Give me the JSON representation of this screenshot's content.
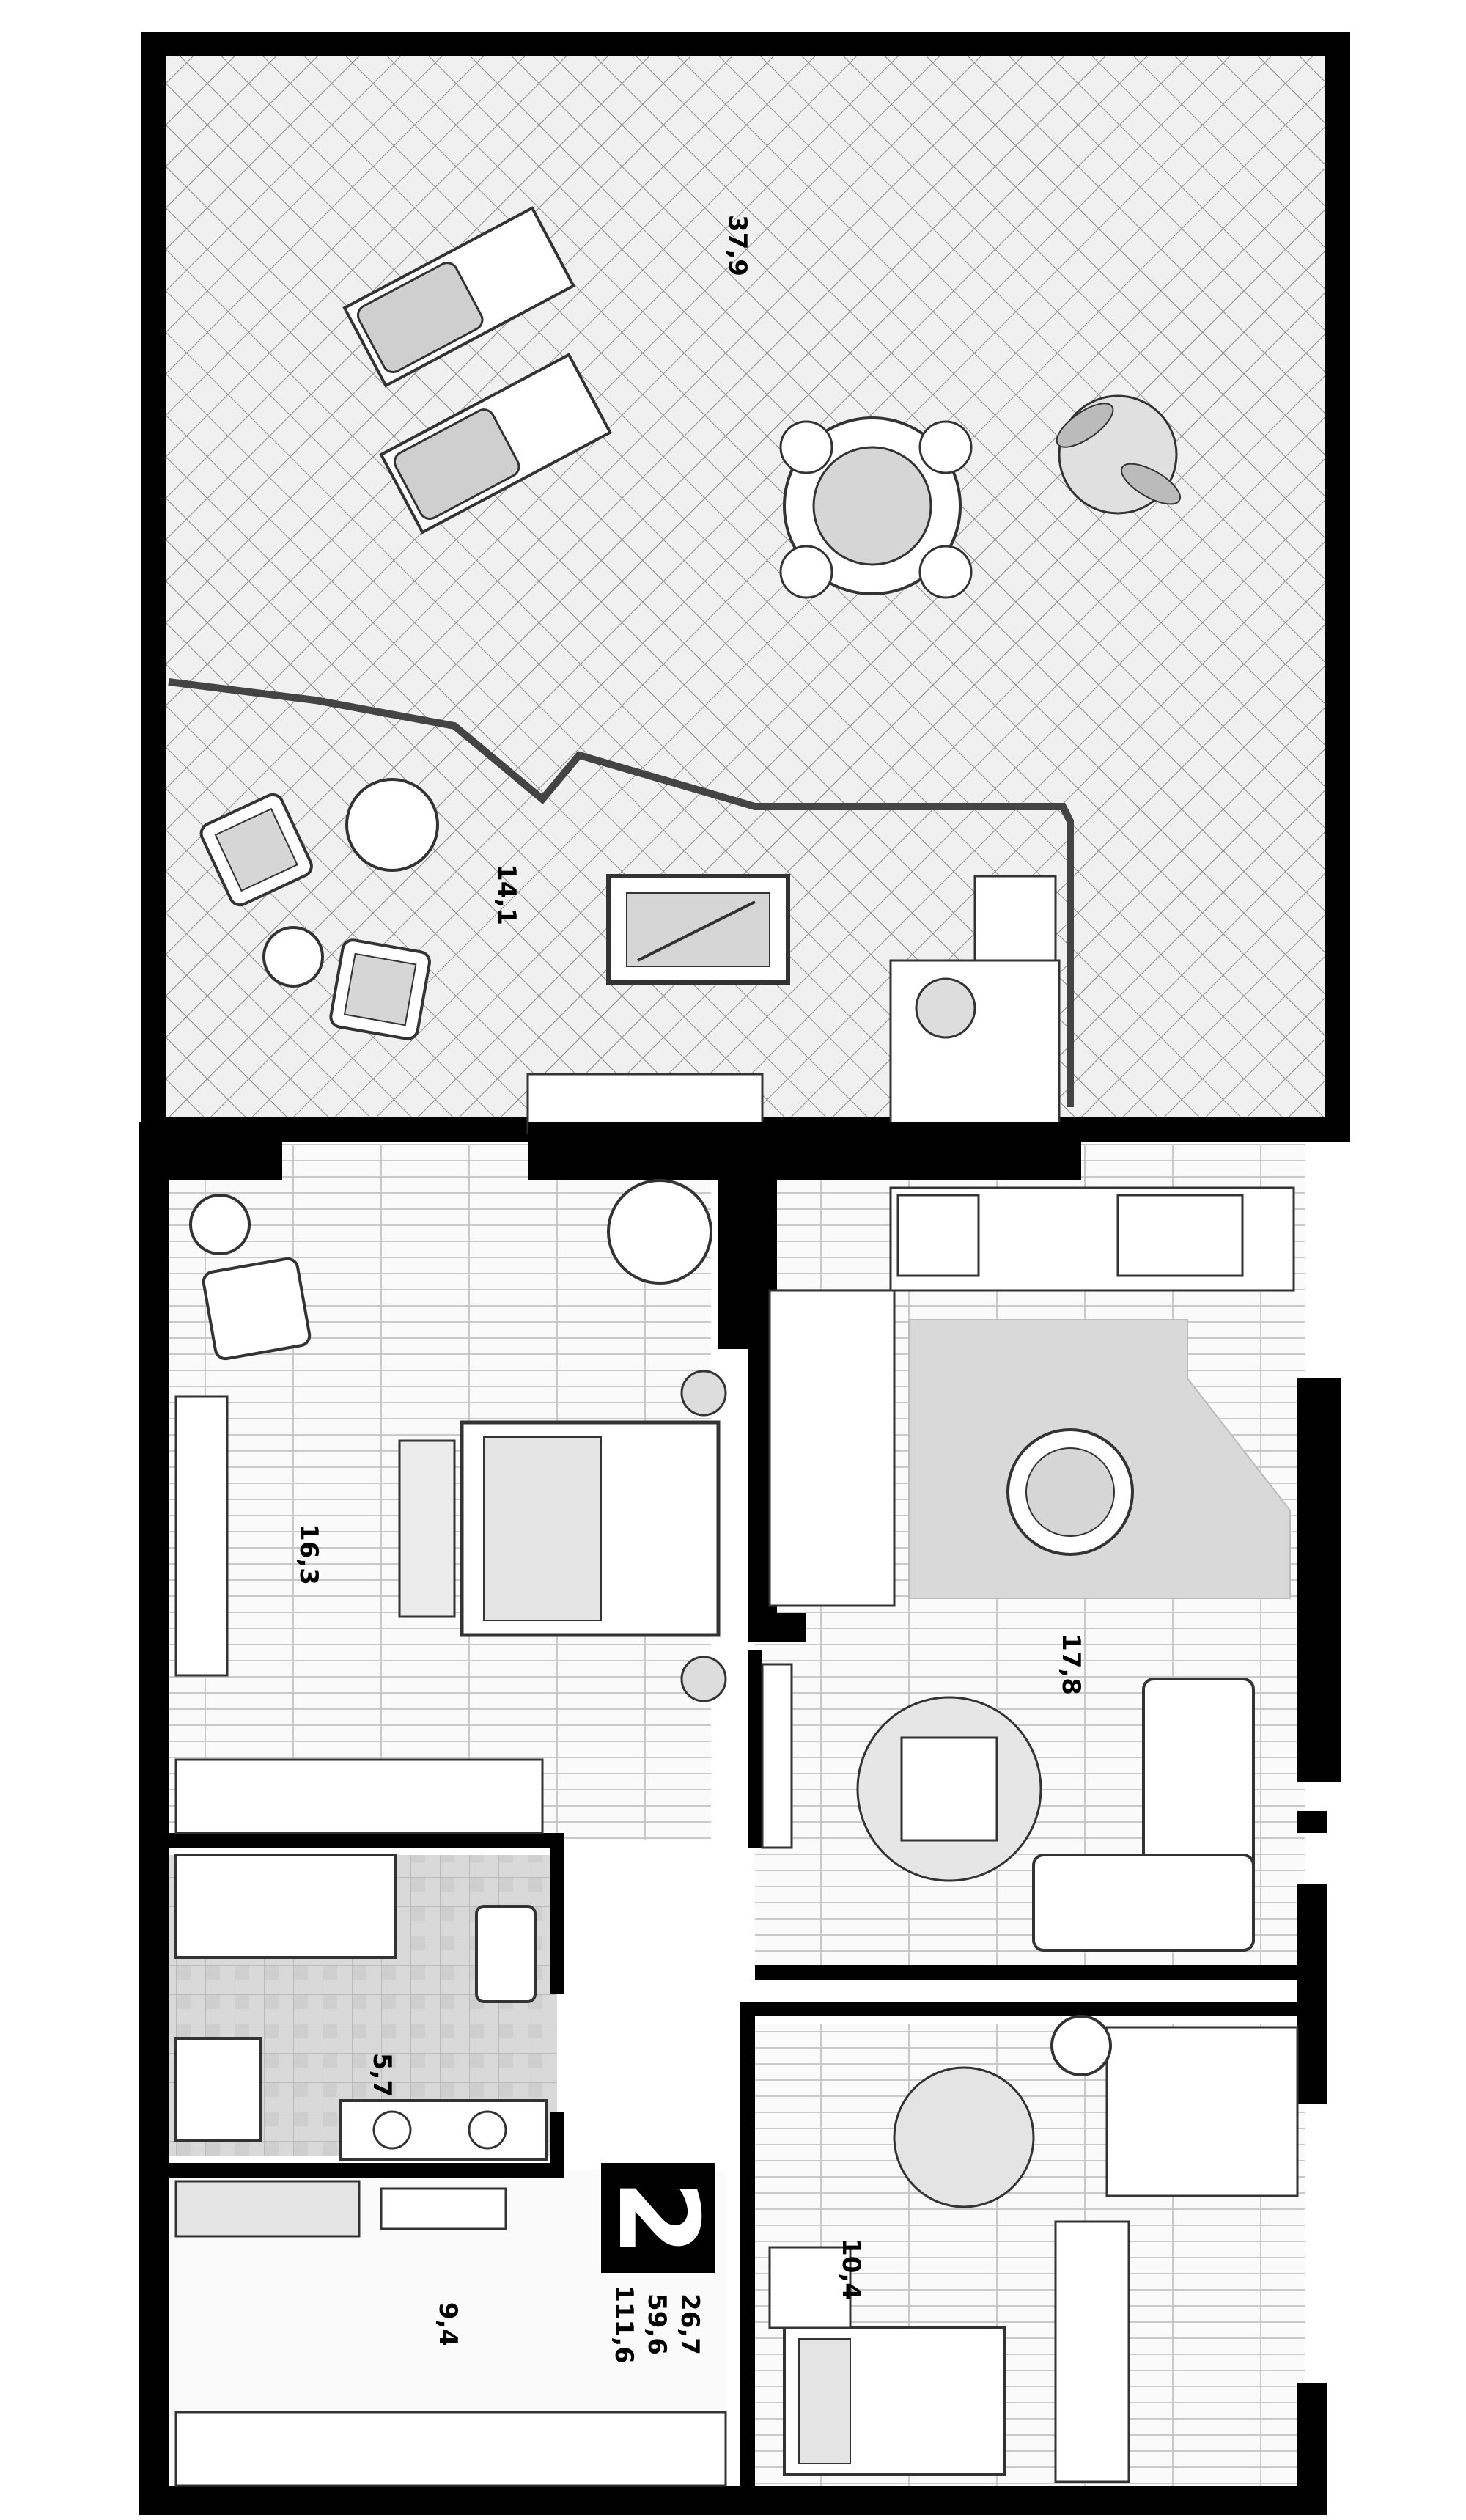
{
  "plan": {
    "colors": {
      "wall": "#000000",
      "terrace_fill": "#ededed",
      "floor_wood": "#f4f4f4",
      "tile_fill": "#d6d6d6",
      "furniture": "#e2e2e2"
    },
    "rooms": [
      {
        "id": "terrace",
        "area": "37,9"
      },
      {
        "id": "lounge",
        "area": "14,1"
      },
      {
        "id": "bedroom",
        "area": "16,3"
      },
      {
        "id": "kitchen_living",
        "area": "17,8"
      },
      {
        "id": "bathroom",
        "area": "5,7"
      },
      {
        "id": "hall",
        "area": "9,4"
      },
      {
        "id": "kids_room",
        "area": "10,4"
      }
    ],
    "badge": {
      "rooms_count": "2",
      "living_area": "26,7",
      "total_area": "59,6",
      "area_with_terrace": "111,6"
    }
  }
}
